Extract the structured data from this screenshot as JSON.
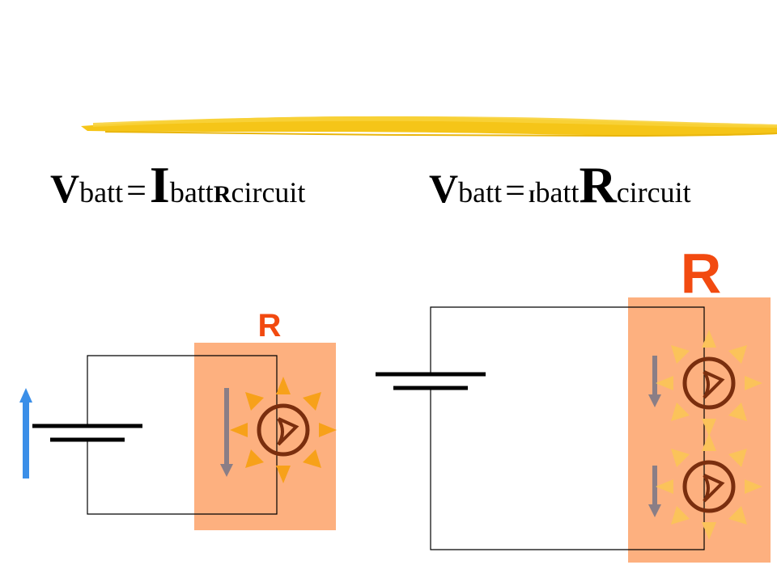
{
  "slide": {
    "background": "#ffffff",
    "highlighter_color": "#f5c518"
  },
  "equations": {
    "left": {
      "v": "V",
      "v_sub": "batt",
      "equals": "=",
      "i": "I",
      "i_sub": "batt",
      "r": "R",
      "r_sub": "circuit",
      "emphasis": "current"
    },
    "right": {
      "v": "V",
      "v_sub": "batt",
      "equals": "=",
      "i": "I",
      "i_sub": "batt",
      "r": "R",
      "r_sub": "circuit",
      "emphasis": "resistance"
    }
  },
  "circuits": {
    "left": {
      "resistance_label": "R",
      "bulb_count": 1,
      "current_arrow_color": "#3b8fe8",
      "resistor_box_color": "#fdb07f"
    },
    "right": {
      "resistance_label": "R",
      "bulb_count": 2,
      "resistor_box_color": "#fdb07f"
    },
    "bulb_color": "#7a2e0e",
    "ray_colors": [
      "#f7a11a",
      "#fbc35a"
    ],
    "flow_arrow_color": "#8a7e86",
    "label_color": "#f24a10"
  }
}
